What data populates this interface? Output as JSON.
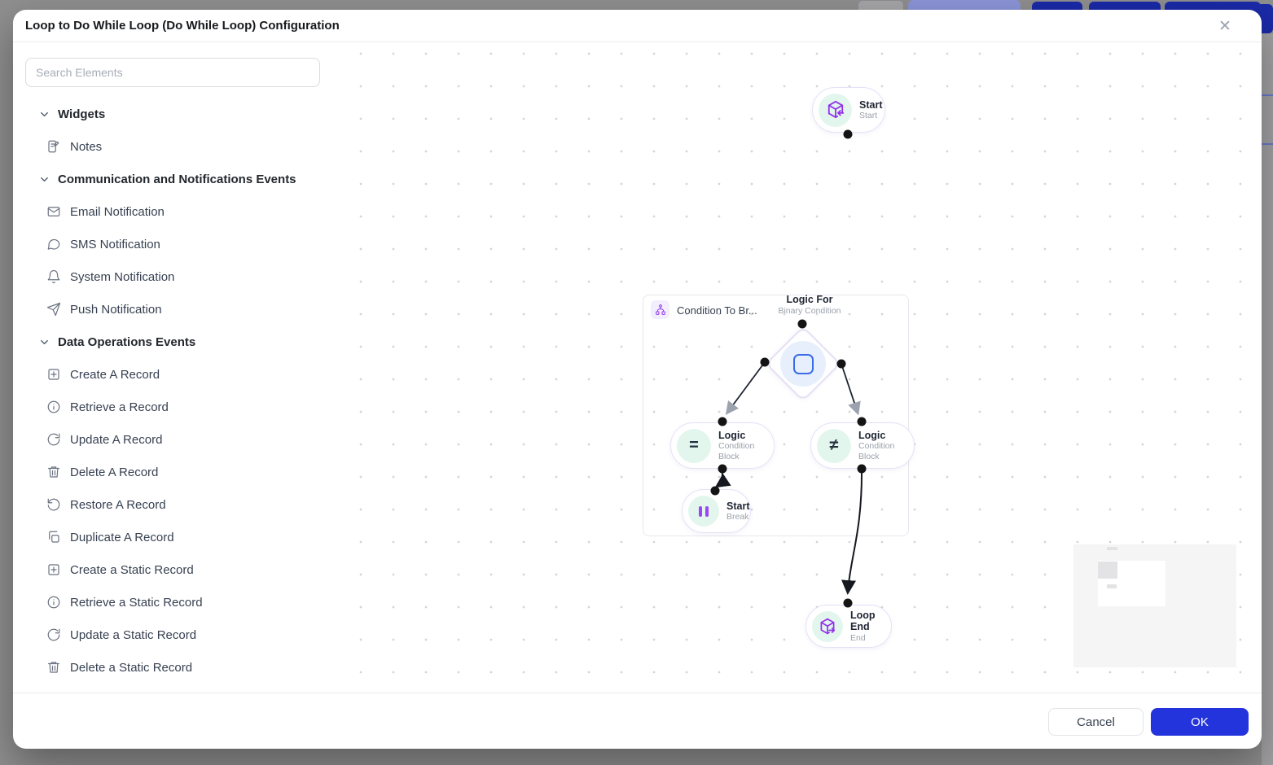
{
  "dialog": {
    "title": "Loop to Do While Loop (Do While Loop) Configuration",
    "close_icon": "close-icon"
  },
  "sidebar": {
    "search_placeholder": "Search Elements",
    "sections": [
      {
        "label": "Widgets",
        "icon": "chevron-down-icon",
        "items": [
          {
            "label": "Notes",
            "icon": "notes-icon"
          }
        ]
      },
      {
        "label": "Communication and Notifications Events",
        "icon": "chevron-down-icon",
        "items": [
          {
            "label": "Email Notification",
            "icon": "mail-icon"
          },
          {
            "label": "SMS Notification",
            "icon": "message-icon"
          },
          {
            "label": "System Notification",
            "icon": "bell-icon"
          },
          {
            "label": "Push Notification",
            "icon": "send-icon"
          }
        ]
      },
      {
        "label": "Data Operations Events",
        "icon": "chevron-down-icon",
        "items": [
          {
            "label": "Create A Record",
            "icon": "plus-square-icon"
          },
          {
            "label": "Retrieve a Record",
            "icon": "info-icon"
          },
          {
            "label": "Update A Record",
            "icon": "refresh-icon"
          },
          {
            "label": "Delete A Record",
            "icon": "trash-icon"
          },
          {
            "label": "Restore A Record",
            "icon": "rotate-ccw-icon"
          },
          {
            "label": "Duplicate A Record",
            "icon": "copy-icon"
          },
          {
            "label": "Create a Static Record",
            "icon": "plus-square-icon"
          },
          {
            "label": "Retrieve a Static Record",
            "icon": "info-icon"
          },
          {
            "label": "Update a Static Record",
            "icon": "refresh-icon"
          },
          {
            "label": "Delete a Static Record",
            "icon": "trash-icon"
          }
        ]
      }
    ]
  },
  "canvas": {
    "start_node": {
      "title": "Start",
      "subtitle": "Start",
      "icon": "loop-start-icon"
    },
    "group": {
      "label": "Condition To Br...",
      "icon": "condition-branch-icon"
    },
    "logic_for": {
      "title": "Logic For",
      "subtitle": "Binary Condition",
      "icon": "square-icon"
    },
    "logic_eq": {
      "title": "Logic",
      "subtitle": "Condition Block",
      "glyph": "=",
      "icon": "equals-icon"
    },
    "logic_neq": {
      "title": "Logic",
      "subtitle": "Condition Block",
      "glyph": "≠",
      "icon": "not-equals-icon"
    },
    "break_node": {
      "title": "Start",
      "subtitle": "Break",
      "icon": "pause-icon"
    },
    "loop_end": {
      "title": "Loop End",
      "subtitle": "End",
      "icon": "loop-end-icon"
    }
  },
  "footer": {
    "cancel_label": "Cancel",
    "ok_label": "OK"
  },
  "colors": {
    "accent_purple": "#9333ea",
    "mint_disc": "#e3f6ee",
    "ok_blue": "#2434dc",
    "node_border": "#e6e1f7",
    "edge_black": "#1c2330",
    "arrow_gray": "#9ca3af",
    "overlay_gray": "#8f8f8f",
    "diamond_square_blue": "#3b6be8"
  }
}
